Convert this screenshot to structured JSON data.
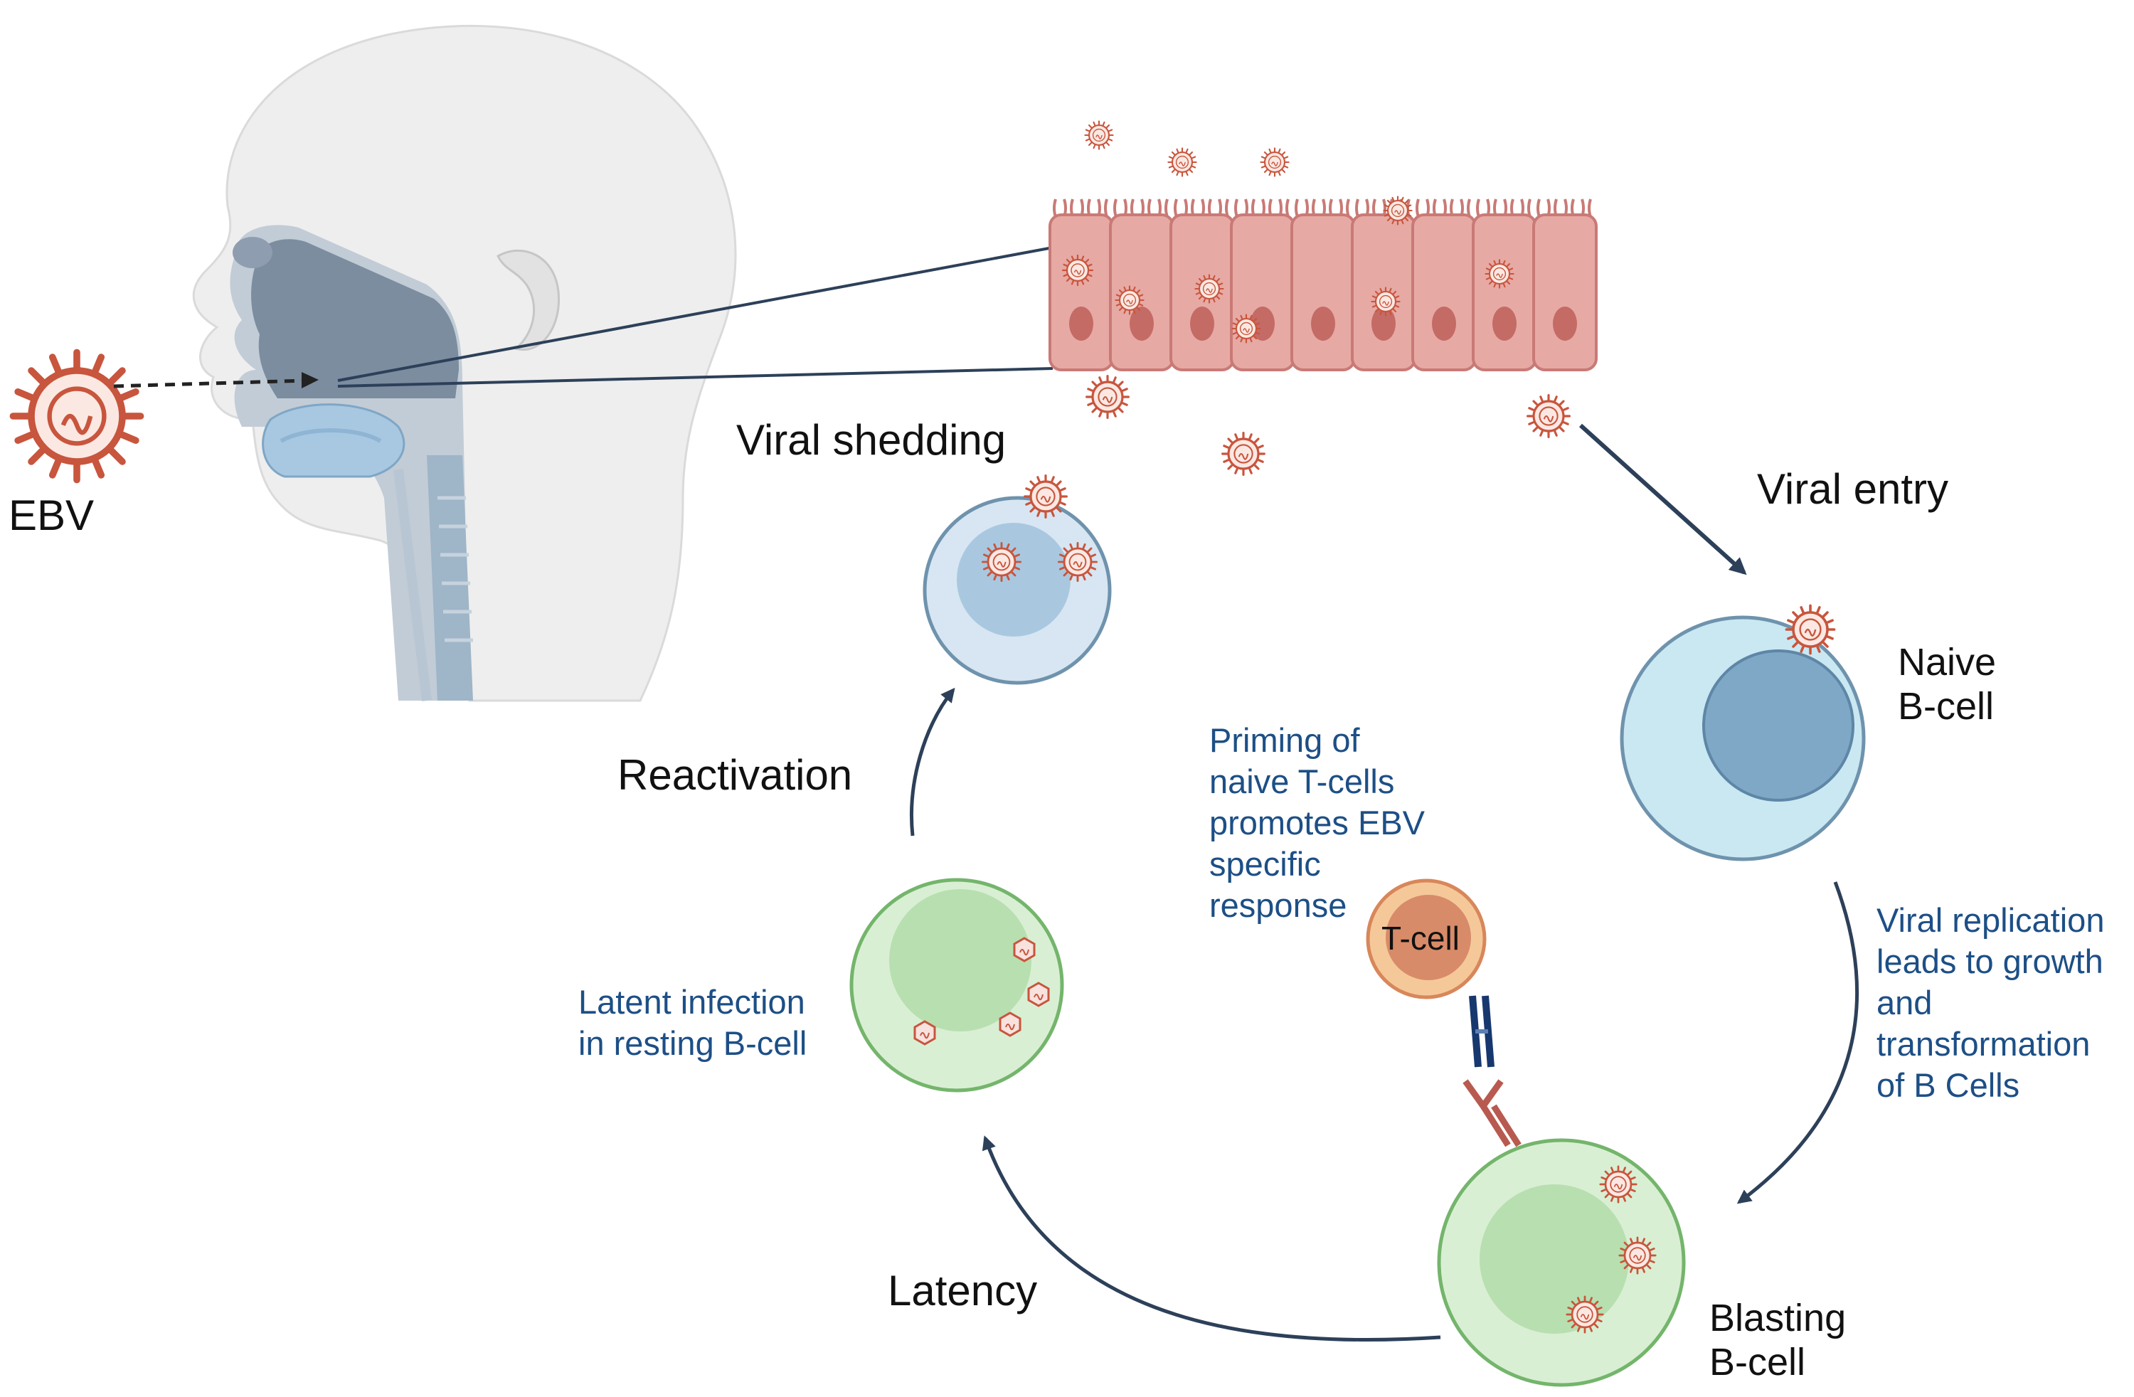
{
  "labels": {
    "ebv": "EBV",
    "viral_shedding": "Viral shedding",
    "viral_entry": "Viral entry",
    "naive_bcell": "Naive\nB-cell",
    "reactivation": "Reactivation",
    "priming": "Priming of\nnaive T-cells\npromotes EBV\nspecific\nresponse",
    "tcell": "T-cell",
    "viral_replication": "Viral replication\nleads to growth\nand\ntransformation\nof B Cells",
    "latent_infection": "Latent infection\nin resting B-cell",
    "latency": "Latency",
    "blasting_bcell": "Blasting\nB-cell"
  },
  "colors": {
    "virus": "#c8553d",
    "epithelium": "#e7a9a4",
    "naive_bcell": "#c9e8f2",
    "latent_bcell": "#d9efd3",
    "shedding_cell": "#d7e6f2",
    "tcell": "#f5c89a",
    "arrow": "#2d4059",
    "blue_text": "#1d4f86"
  },
  "icons": [
    "ebv-virus-icon",
    "head-profile-icon",
    "epithelial-cells-icon",
    "t-cell-receptor-icon"
  ]
}
